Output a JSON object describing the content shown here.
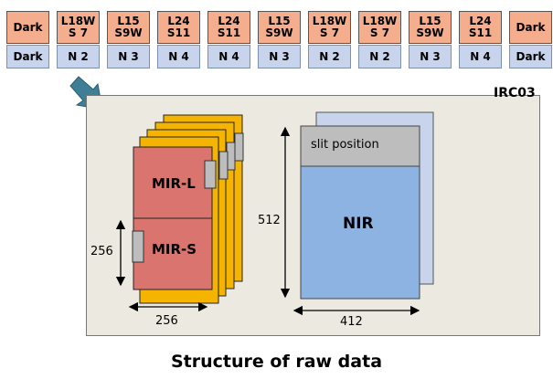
{
  "top_row": [
    {
      "label": "Dark"
    },
    {
      "label": "L18W\nS 7"
    },
    {
      "label": "L15\nS9W"
    },
    {
      "label": "L24\nS11"
    },
    {
      "label": "L24\nS11"
    },
    {
      "label": "L15\nS9W"
    },
    {
      "label": "L18W\nS 7"
    },
    {
      "label": "L18W\nS 7"
    },
    {
      "label": "L15\nS9W"
    },
    {
      "label": "L24\nS11"
    },
    {
      "label": "Dark"
    }
  ],
  "bottom_row": [
    {
      "label": "Dark"
    },
    {
      "label": "N 2"
    },
    {
      "label": "N 3"
    },
    {
      "label": "N 4"
    },
    {
      "label": "N 4"
    },
    {
      "label": "N 3"
    },
    {
      "label": "N 2"
    },
    {
      "label": "N 2"
    },
    {
      "label": "N 3"
    },
    {
      "label": "N 4"
    },
    {
      "label": "Dark"
    }
  ],
  "mode_label": "IRC03",
  "mir": {
    "l_label": "MIR-L",
    "s_label": "MIR-S",
    "height_label": "256",
    "width_label": "256"
  },
  "nir": {
    "label": "NIR",
    "slit_label": "slit position",
    "height_label": "512",
    "width_label": "412"
  },
  "caption": "Structure of raw data",
  "colors": {
    "top_box": "#f4ae8e",
    "bottom_box": "#c7d4ec",
    "panel": "#eceae0",
    "mir_frame": "#d9756e",
    "mir_back": "#f5b400",
    "nir": "#8db3e2",
    "slit": "#bdbdbd",
    "arrow": "#3f7f96"
  }
}
